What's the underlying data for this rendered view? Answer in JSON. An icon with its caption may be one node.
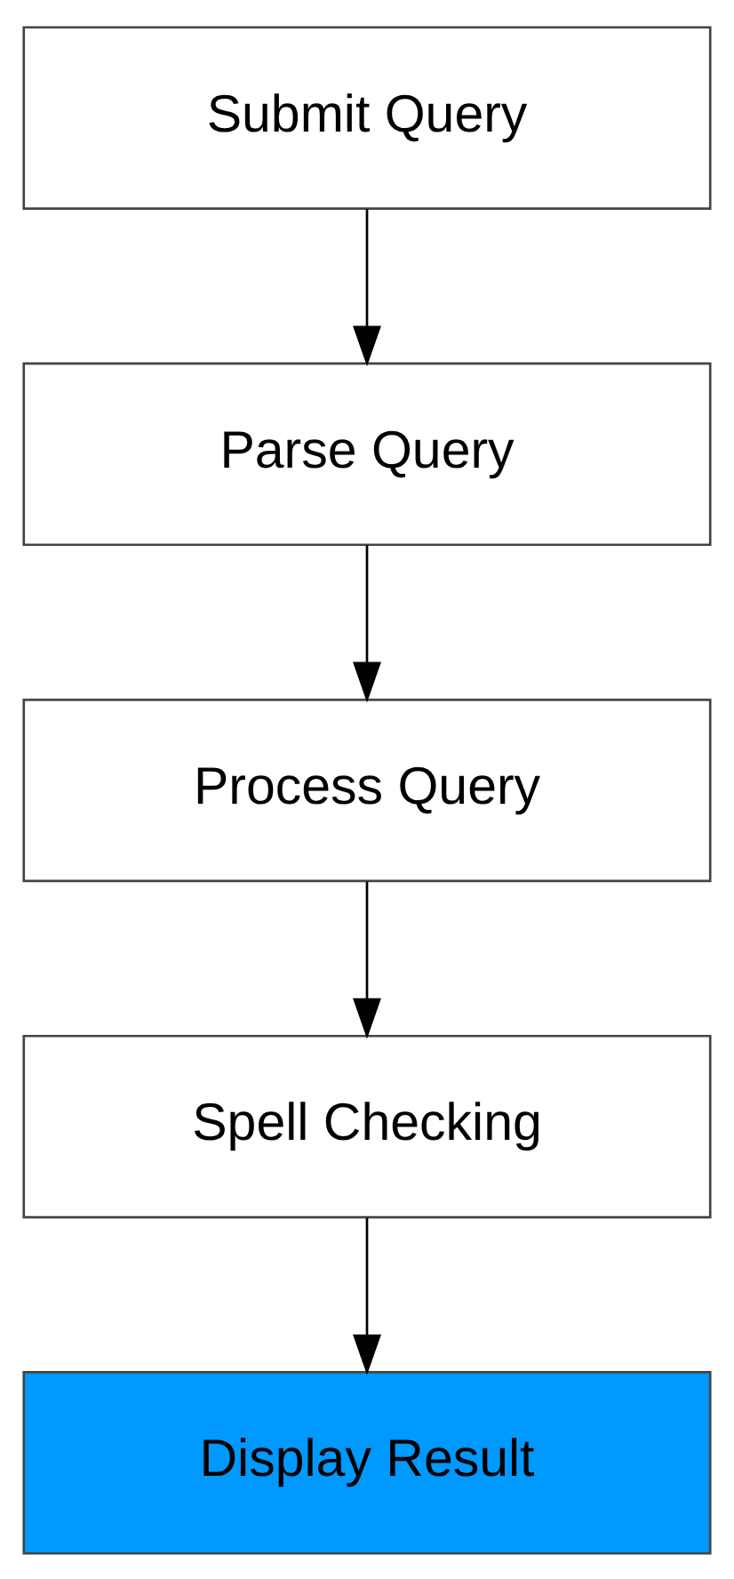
{
  "diagram": {
    "nodes": [
      {
        "text": [
          "Submit Query"
        ]
      },
      {
        "text": [
          "Parse Query"
        ]
      },
      {
        "text": [
          "Process Query"
        ]
      },
      {
        "text": [
          "Spell Checking"
        ]
      },
      {
        "text": [
          "Display Result"
        ]
      }
    ],
    "edges": [
      {
        "from": 0,
        "to": 1,
        "arrow": "to"
      },
      {
        "from": 1,
        "to": 2,
        "arrow": "to"
      },
      {
        "from": 2,
        "to": 3,
        "arrow": "to"
      },
      {
        "from": 3,
        "to": 4,
        "arrow": "to"
      }
    ]
  }
}
